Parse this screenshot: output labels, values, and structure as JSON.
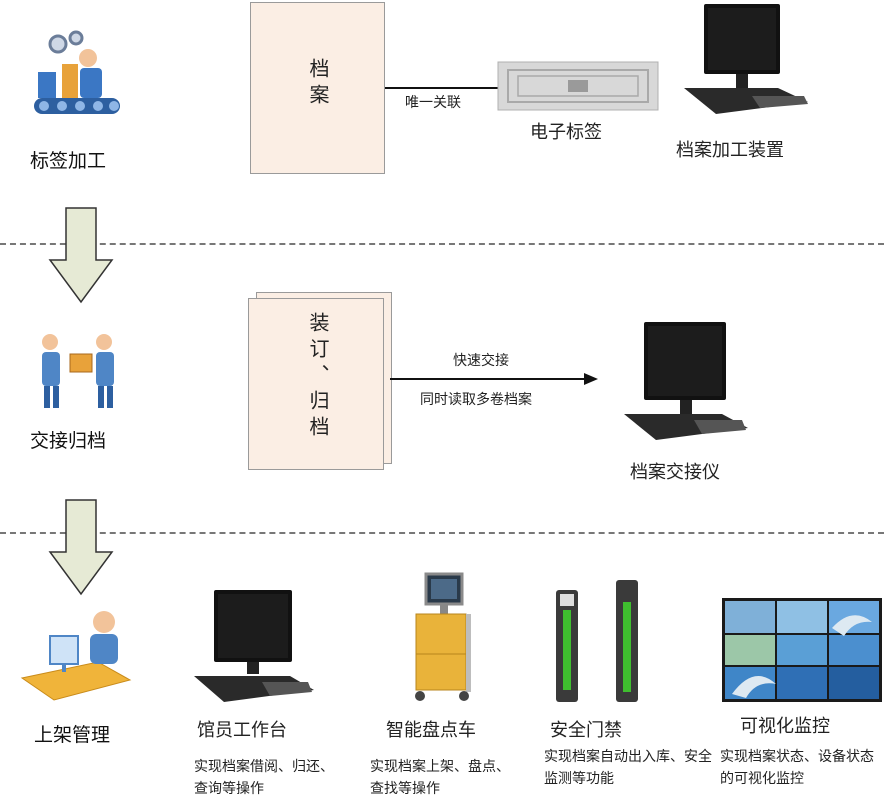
{
  "stages": [
    {
      "label": "标签加工"
    },
    {
      "label": "交接归档"
    },
    {
      "label": "上架管理"
    }
  ],
  "stage1": {
    "doc_text": "档案",
    "link_label": "唯一关联",
    "tag_label": "电子标签",
    "device_label": "档案加工装置"
  },
  "stage2": {
    "doc_text": "装订、归档",
    "arrow_label_top": "快速交接",
    "arrow_label_bottom": "同时读取多卷档案",
    "device_label": "档案交接仪"
  },
  "stage3": {
    "devices": [
      {
        "label": "馆员工作台",
        "desc": "实现档案借阅、归还、查询等操作"
      },
      {
        "label": "智能盘点车",
        "desc": "实现档案上架、盘点、查找等操作"
      },
      {
        "label": "安全门禁",
        "desc": "实现档案自动出入库、安全监测等功能"
      },
      {
        "label": "可视化监控",
        "desc": "实现档案状态、设备状态的可视化监控"
      }
    ]
  },
  "colors": {
    "paper": "#fbeee4",
    "arrow_fill": "#e6ead5",
    "divider": "#777777",
    "green_light": "#3fbf2f"
  }
}
